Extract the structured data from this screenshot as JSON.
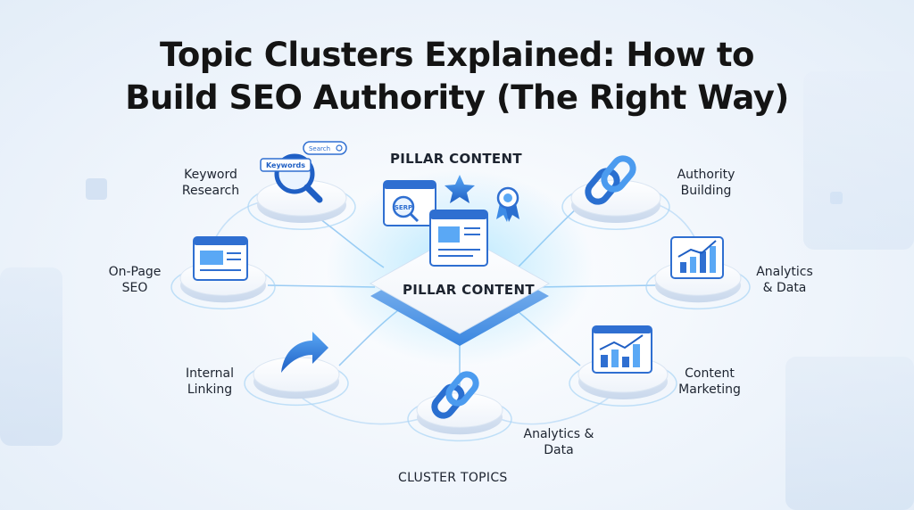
{
  "title": {
    "line1": "Topic Clusters Explained: How to",
    "line2": "Build SEO Authority (The Right Way)"
  },
  "pillar": {
    "top_label": "PILLAR CONTENT",
    "center_label": "PILLAR CONTENT",
    "serp_text": "SERP"
  },
  "keyword_icon": {
    "search_text": "Search",
    "keywords_text": "Keywords"
  },
  "nodes": {
    "keyword_research": {
      "line1": "Keyword",
      "line2": "Research",
      "icon": "magnifier-keywords-icon"
    },
    "on_page_seo": {
      "line1": "On-Page",
      "line2": "SEO",
      "icon": "webpage-layout-icon"
    },
    "internal_linking": {
      "line1": "Internal",
      "line2": "Linking",
      "icon": "curved-arrow-icon"
    },
    "authority_building": {
      "line1": "Authority",
      "line2": "Building",
      "icon": "chain-link-icon"
    },
    "analytics_data": {
      "line1": "Analytics",
      "line2": "& Data",
      "icon": "bar-chart-icon"
    },
    "content_marketing": {
      "line1": "Content",
      "line2": "Marketing",
      "icon": "growth-chart-icon"
    },
    "bottom_analytics": {
      "line1": "Analytics &",
      "line2": "Data",
      "icon": "chain-link-icon"
    }
  },
  "cluster_topics_label": "CLUSTER TOPICS",
  "colors": {
    "accent": "#2f7fe0",
    "icon_dark": "#2563c9",
    "glow": "#4fc3f7",
    "platform_top": "#ffffff",
    "platform_side": "#d9e4f2"
  }
}
